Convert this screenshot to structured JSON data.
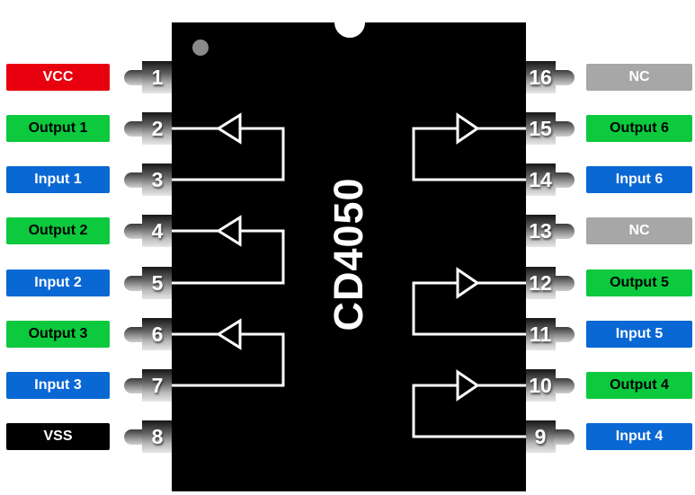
{
  "chip": {
    "title": "CD4050"
  },
  "colors": {
    "vcc_red": "#e8000e",
    "output_green": "#0cc93e",
    "input_blue": "#0a68d4",
    "nc_gray": "#a7a7a7",
    "vss_black": "#000000",
    "chip_black": "#000000",
    "wire_white": "#ffffff",
    "pin1_dot_gray": "#8a8a8a"
  },
  "pins": [
    {
      "number": "1",
      "label": "VCC",
      "type": "vcc",
      "side": "left"
    },
    {
      "number": "2",
      "label": "Output 1",
      "type": "output",
      "side": "left"
    },
    {
      "number": "3",
      "label": "Input 1",
      "type": "input",
      "side": "left"
    },
    {
      "number": "4",
      "label": "Output 2",
      "type": "output",
      "side": "left"
    },
    {
      "number": "5",
      "label": "Input 2",
      "type": "input",
      "side": "left"
    },
    {
      "number": "6",
      "label": "Output 3",
      "type": "output",
      "side": "left"
    },
    {
      "number": "7",
      "label": "Input 3",
      "type": "input",
      "side": "left"
    },
    {
      "number": "8",
      "label": "VSS",
      "type": "vss",
      "side": "left"
    },
    {
      "number": "16",
      "label": "NC",
      "type": "nc",
      "side": "right"
    },
    {
      "number": "15",
      "label": "Output 6",
      "type": "output",
      "side": "right"
    },
    {
      "number": "14",
      "label": "Input 6",
      "type": "input",
      "side": "right"
    },
    {
      "number": "13",
      "label": "NC",
      "type": "nc",
      "side": "right"
    },
    {
      "number": "12",
      "label": "Output 5",
      "type": "output",
      "side": "right"
    },
    {
      "number": "11",
      "label": "Input 5",
      "type": "input",
      "side": "right"
    },
    {
      "number": "10",
      "label": "Output 4",
      "type": "output",
      "side": "right"
    },
    {
      "number": "9",
      "label": "Input 4",
      "type": "input",
      "side": "right"
    }
  ],
  "buffers": [
    {
      "input_pin": "3",
      "output_pin": "2",
      "direction": "left"
    },
    {
      "input_pin": "5",
      "output_pin": "4",
      "direction": "left"
    },
    {
      "input_pin": "7",
      "output_pin": "6",
      "direction": "left"
    },
    {
      "input_pin": "14",
      "output_pin": "15",
      "direction": "right"
    },
    {
      "input_pin": "11",
      "output_pin": "12",
      "direction": "right"
    },
    {
      "input_pin": "9",
      "output_pin": "10",
      "direction": "right"
    }
  ]
}
